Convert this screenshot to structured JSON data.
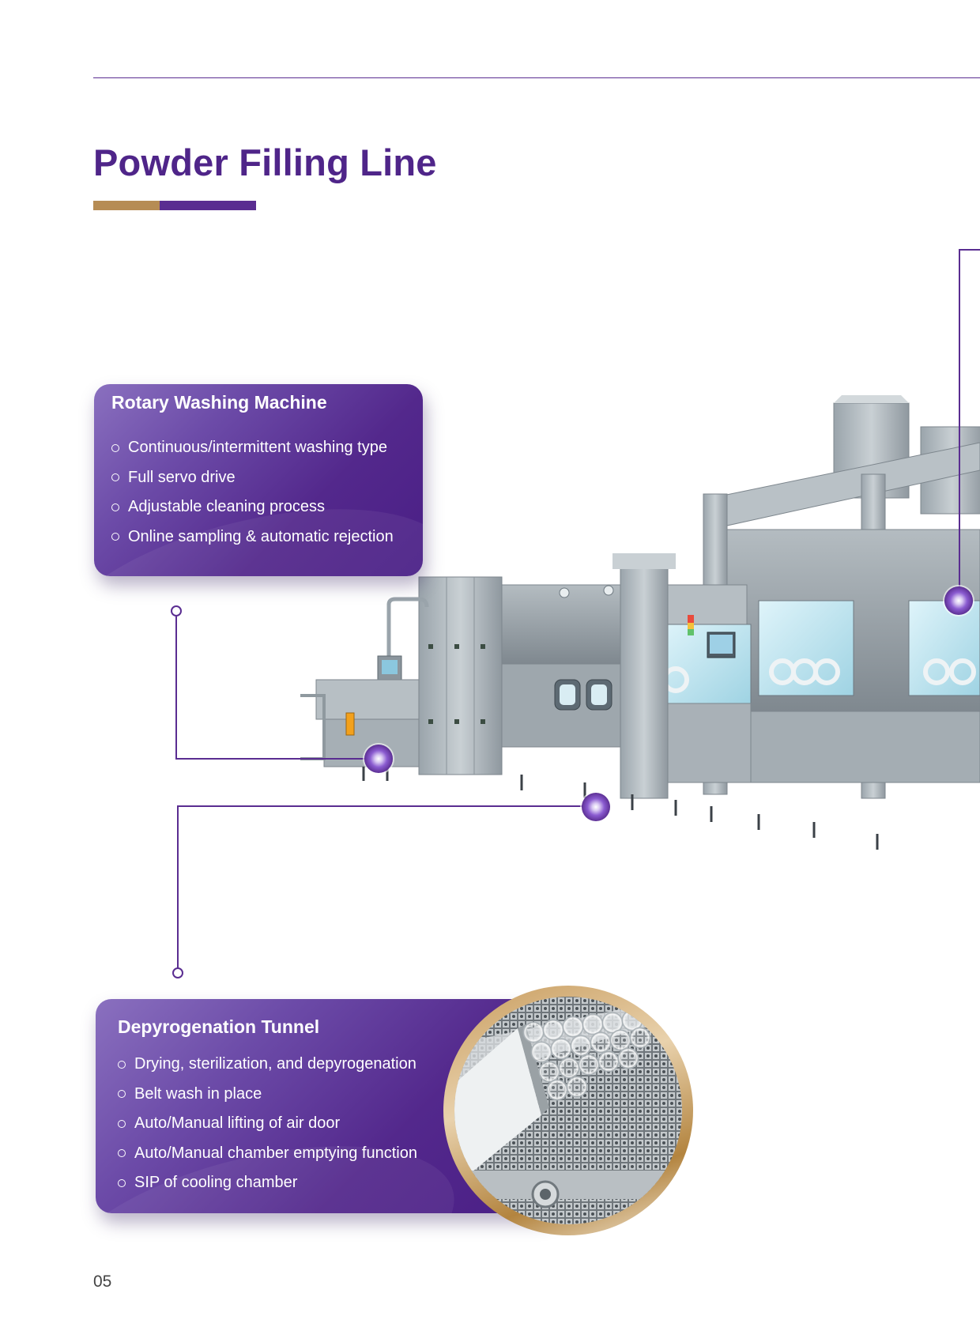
{
  "page": {
    "title": "Powder Filling Line",
    "page_number": "05"
  },
  "colors": {
    "brand_purple": "#5a2d91",
    "accent_gold": "#b68c54"
  },
  "rotary_card": {
    "title": "Rotary Washing Machine",
    "features": [
      "Continuous/intermittent washing type",
      "Full servo drive",
      "Adjustable cleaning process",
      "Online sampling & automatic rejection"
    ]
  },
  "tunnel_card": {
    "title": "Depyrogenation Tunnel",
    "features": [
      "Drying, sterilization, and depyrogenation",
      "Belt wash in place",
      "Auto/Manual lifting of air door",
      "Auto/Manual chamber emptying function",
      "SIP of cooling chamber"
    ]
  },
  "images": {
    "main": "powder-filling-line-machinery",
    "detail": "depyrogenation-tunnel-belt-with-vials"
  }
}
